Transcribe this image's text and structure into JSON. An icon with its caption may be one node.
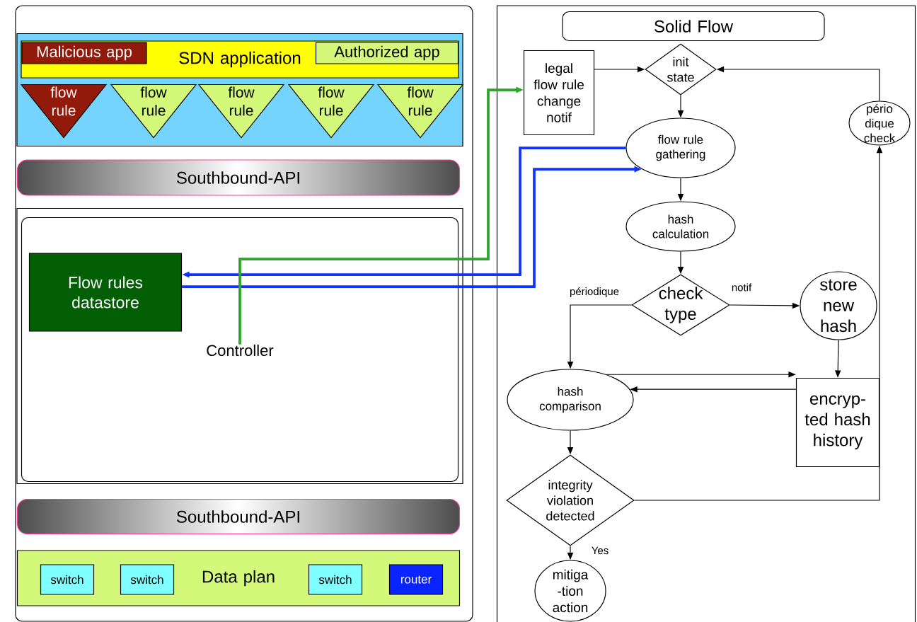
{
  "diagram": {
    "nodes": [
      {
        "text": [],
        "shape": "box"
      },
      {
        "text": [],
        "shape": "box",
        "in": 0
      },
      {
        "text": [
          "SDN application"
        ],
        "in": 1
      },
      {
        "text": [
          "Malicious app"
        ],
        "in": 2
      },
      {
        "text": [
          "Authorized app"
        ],
        "in": 2
      },
      {
        "text": [
          "flow rule"
        ],
        "in": 1
      },
      {
        "text": [
          "flow rule"
        ],
        "in": 1
      },
      {
        "text": [
          "flow rule"
        ],
        "in": 1
      },
      {
        "text": [
          "flow rule"
        ],
        "in": 1
      },
      {
        "text": [
          "flow rule"
        ],
        "in": 1
      },
      {
        "text": [
          "Southbound-API"
        ],
        "in": 0
      },
      {
        "text": [],
        "shape": "box",
        "in": 0
      },
      {
        "text": [],
        "shape": "box",
        "in": 11
      },
      {
        "text": [
          "Flow rules datastore"
        ],
        "in": 12
      },
      {
        "text": [
          "Southbound-API"
        ],
        "in": 0
      },
      {
        "text": [
          "Data plan"
        ],
        "in": 0
      },
      {
        "text": [
          "switch"
        ],
        "in": 15
      },
      {
        "text": [
          "switch"
        ],
        "in": 15
      },
      {
        "text": [
          "switch"
        ],
        "in": 15
      },
      {
        "text": [
          "router"
        ],
        "in": 15
      },
      {
        "text": [],
        "shape": "box"
      },
      {
        "text": [
          "Solid Flow"
        ],
        "in": 20
      },
      {
        "text": [
          "legal flow rule change notif"
        ],
        "in": 20
      },
      {
        "text": [
          "init state"
        ],
        "in": 20
      },
      {
        "text": [
          "flow rule gathering"
        ],
        "in": 20
      },
      {
        "text": [
          "hash calculation"
        ],
        "in": 20
      },
      {
        "text": [
          "check type"
        ],
        "in": 20
      },
      {
        "text": [
          "store new hash"
        ],
        "in": 20
      },
      {
        "text": [
          "hash comparison"
        ],
        "in": 20
      },
      {
        "text": [
          "encryp- ted hash history"
        ],
        "in": 20
      },
      {
        "text": [
          "pério dique check"
        ],
        "in": 20
      },
      {
        "text": [
          "integrity violation detected"
        ],
        "in": 20
      },
      {
        "text": [
          "mitiga -tion action"
        ],
        "in": 20
      },
      {
        "text": [
          "Controller"
        ],
        "in": 12
      }
    ],
    "edges": [
      {
        "from": 13,
        "to": 24,
        "arrow": "to",
        "style": "thick",
        "color": "#1033ff"
      },
      {
        "from": 24,
        "to": 13,
        "arrow": "to",
        "style": "thick",
        "color": "#1033ff"
      },
      {
        "from": 33,
        "to": 22,
        "arrow": "to",
        "style": "thick",
        "color": "#2ca52a"
      },
      {
        "from": 22,
        "to": 23,
        "arrow": "to"
      },
      {
        "from": 30,
        "to": 23,
        "arrow": "to"
      },
      {
        "from": 23,
        "to": 24,
        "arrow": "to"
      },
      {
        "from": 24,
        "to": 25,
        "arrow": "to"
      },
      {
        "from": 25,
        "to": 26,
        "arrow": "to"
      },
      {
        "from": 26,
        "to": 28,
        "arrow": "to",
        "label": "périodique"
      },
      {
        "from": 26,
        "to": 27,
        "arrow": "to",
        "label": "notif"
      },
      {
        "from": 27,
        "to": 29,
        "arrow": "to"
      },
      {
        "from": 28,
        "to": 29,
        "arrow": "to"
      },
      {
        "from": 29,
        "to": 28,
        "arrow": "to"
      },
      {
        "from": 28,
        "to": 31,
        "arrow": "to"
      },
      {
        "from": 31,
        "to": 32,
        "arrow": "to",
        "label": "Yes"
      },
      {
        "from": 31,
        "to": 30,
        "arrow": "to"
      }
    ]
  }
}
